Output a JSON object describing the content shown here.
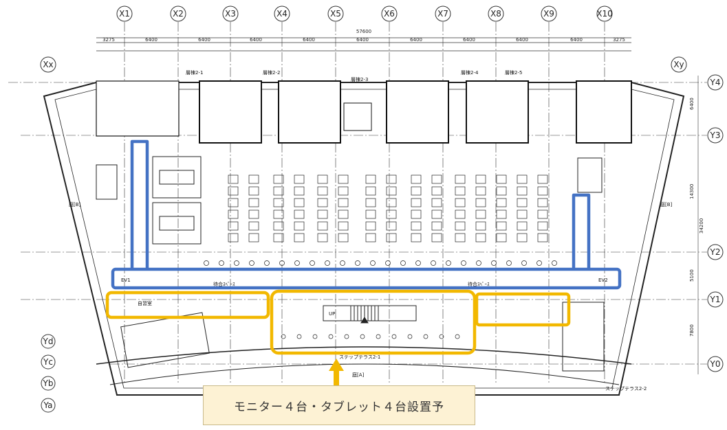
{
  "grid_x": [
    "X1",
    "X2",
    "X3",
    "X4",
    "X5",
    "X6",
    "X7",
    "X8",
    "X9",
    "X10"
  ],
  "grid_y_right": [
    "Y4",
    "Y3",
    "Y2",
    "Y1",
    "Y0"
  ],
  "grid_left_top": "Xx",
  "grid_right_top": "Xy",
  "grid_y_left": [
    "Yd",
    "Yc",
    "Yb",
    "Ya"
  ],
  "total_dim": "57600",
  "bay_dims": [
    "6400",
    "6400",
    "6400",
    "6400",
    "6400",
    "6400",
    "6400",
    "6400",
    "6400"
  ],
  "edge_dims": [
    "3275",
    "3275"
  ],
  "right_dims": [
    "6400",
    "14300",
    "34200",
    "5100",
    "7800"
  ],
  "room_labels": {
    "tag1": "層棟2-1",
    "tag2": "層棟2-2",
    "tag3": "層棟2-3",
    "tag4": "層棟2-4",
    "tag5": "層棟2-5",
    "court_bottom": "庭[A]",
    "terrace1": "ステップテラス2-1",
    "terrace2": "ステップテラス2-2",
    "left_court": "庭[B]",
    "right_court": "庭[B]",
    "up": "UP",
    "ev1": "EV1",
    "ev2": "EV2",
    "waiting1": "待合ｽﾍﾟｰｽ",
    "waiting2": "待合ｽﾍﾟｰｽ",
    "study": "自習室"
  },
  "callout": "モニター４台・タブレット４台設置予",
  "colors": {
    "blue": "#4472c4",
    "gold": "#f2b800",
    "arrow": "#f2b800",
    "line": "#222222"
  }
}
